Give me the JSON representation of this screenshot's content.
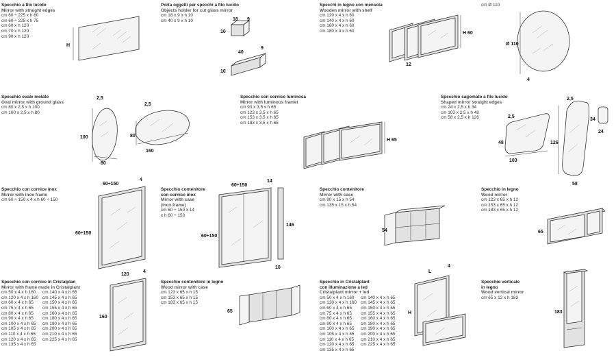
{
  "products": [
    {
      "id": "p1",
      "title": "Specchio a filo lucido",
      "subtitle": "Mirror with straight edges",
      "sizes": [
        "cm  60 ÷ 225 x h 60",
        "cm  60 ÷ 225 x h 75",
        "cm 60 x h 120",
        "cm 70 x h 120",
        "cm 90 x h 120"
      ]
    },
    {
      "id": "p2",
      "title": "Porta oggetti per specchi a filo lucido",
      "subtitle": "Objects holder for cut glass mirror",
      "sizes": [
        "cm 18 x 9 x h 10",
        "cm 40 x 9 x h 10"
      ]
    },
    {
      "id": "p3",
      "title": "Specchi in legno con mensola",
      "subtitle": "Wooden mirror with shelf",
      "sizes": [
        "cm 120 x 4 x h 60",
        "cm 140 x 4 x h 60",
        "cm 160 x 4 x h 60",
        "cm 180 x 4 x h 60"
      ]
    },
    {
      "id": "p4",
      "title": "",
      "subtitle": "",
      "sizes": [
        "cm Ø 110"
      ]
    },
    {
      "id": "p5",
      "title": "Specchio ovale molato",
      "subtitle": "Oval mirror with ground glass",
      "sizes": [
        "cm 80 x 2,5 x h 100",
        "cm 160 x 2,5 x h 80"
      ]
    },
    {
      "id": "p6",
      "title": "Specchio con cornice luminosa",
      "subtitle": "Mirror with luminous framet",
      "sizes": [
        "cm  93 x 3,5 x h 65",
        "cm 123 x 3,5 x h 65",
        "cm 153 x 3,5 x h 65",
        "cm 183 x 3,5 x h 65"
      ]
    },
    {
      "id": "p7",
      "title": "Specchio sagomato a filo lucido",
      "subtitle": "Shaped mirror straight edges",
      "sizes": [
        "cm  24 x 2,5 x h 34",
        "cm 103 x 2,5 x h 48",
        "cm 58 x 2,5 x h 126"
      ]
    },
    {
      "id": "p8",
      "title": "Specchio con cornice inox",
      "subtitle": "Mirror with inox frame",
      "sizes": [
        "cm 60 ÷ 150 x 4 x h 60 ÷ 150"
      ]
    },
    {
      "id": "p9",
      "title": "Specchio contenitore",
      "subtitle": "con cornice inox",
      "subtitle2": "Mirror with case",
      "subtitle3": "(inox frame)",
      "sizes": [
        "cm 60 ÷ 150 x 14",
        "x h 60 ÷ 150"
      ]
    },
    {
      "id": "p10",
      "title": "Specchio contenitore",
      "subtitle": "Mirror with case",
      "sizes": [
        "cm 90 x 15 x h 54",
        "cm 135 x 15 x h 54"
      ]
    },
    {
      "id": "p11",
      "title": "Specchio in legno",
      "subtitle": "Wood mirror",
      "sizes": [
        "cm 123 x 65 x h 12",
        "cm 153 x 65 x h 12",
        "cm 183 x 65 x h 12"
      ]
    },
    {
      "id": "p12",
      "title": "Specchio con cornice in Cristalplan",
      "subtitle": "Mirror with frame made in Cristalplant",
      "sizes_a": [
        "cm  50 x 4 x h 160",
        "cm 120 x 4 x h 160",
        "cm  60 x 4 x h  65",
        "cm  75 x 4 x h  65",
        "cm  80 x 4 x h  65",
        "cm  90 x 4 x h  65",
        "cm 100 x 4 x h  65",
        "cm 105 x 4 x h  65",
        "cm 110 x 4 x h  65",
        "cm 120 x 4 x h  65",
        "cm 135 x 4 x h  65"
      ],
      "sizes_b": [
        "cm 140 x 4 x h  65",
        "cm 145 x 4 x h  65",
        "cm 150 x 4 x h  65",
        "cm 155 x 4 x h  65",
        "cm 160 x 4 x h  65",
        "cm 180 x 4 x h  65",
        "cm 190 x 4 x h  65",
        "cm 200 x 4 x h  65",
        "cm 210 x 4 x h  65",
        "cm 225 x 4 x h  65"
      ]
    },
    {
      "id": "p13",
      "title": "Specchio contenitore in legno",
      "subtitle": "Wood mirror with case",
      "sizes": [
        "cm 123 x 65 x h 15",
        "cm 153 x 65 x h 15",
        "cm 183 x 65 x h 15"
      ]
    },
    {
      "id": "p14",
      "title": "Specchio in Cristalplant",
      "subtitle": "con illuminazione a led",
      "subtitle2": "Cristalplant mirror + led",
      "sizes_a": [
        "cm  50 x 4 x h 160",
        "cm 120 x 4 x h 160",
        "cm  60 x 4 x h  65",
        "cm  75 x 4 x h  65",
        "cm  80 x 4 x h  65",
        "cm  90 x 4 x h  65",
        "cm 100 x 4 x h  65",
        "cm 105 x 4 x h  65",
        "cm 110 x 4 x h  65",
        "cm 120 x 4 x h  65",
        "cm 135 x 4 x h  65"
      ],
      "sizes_b": [
        "cm 140 x 4 x h  65",
        "cm 145 x 4 x h  65",
        "cm 150 x 4 x h  65",
        "cm 155 x 4 x h  65",
        "cm 160 x 4 x h  65",
        "cm 180 x 4 x h  65",
        "cm 190 x 4 x h  65",
        "cm 200 x 4 x h  65",
        "cm 210 x 4 x h  65",
        "cm 225 x 4 x h  65"
      ]
    },
    {
      "id": "p15",
      "title": "Specchio verticale",
      "subtitle": "in legno",
      "subtitle2": "Wood vertical mirror",
      "sizes": [
        "cm 65 x 12 x h 183"
      ]
    }
  ],
  "dims": {
    "p1": {
      "h": "H"
    },
    "p2": {
      "w1": "18",
      "d1": "9",
      "h1": "10",
      "w2": "40",
      "d2": "9",
      "h2": "10"
    },
    "p3": {
      "h": "H 60",
      "d": "12"
    },
    "p4": {
      "diam": "Ø 110",
      "d": "4"
    },
    "p5": {
      "d": "2,5",
      "h1": "100",
      "w1": "80",
      "h2": "80",
      "w2": "160"
    },
    "p6": {
      "h": "H 65"
    },
    "p7": {
      "d1": "2,5",
      "h1": "48",
      "w1": "103",
      "d2": "2,5",
      "h2": "126",
      "w2": "58",
      "h3": "34",
      "w3": "24"
    },
    "p8": {
      "w": "60÷150",
      "d": "4",
      "h": "60÷150"
    },
    "p9": {
      "w": "60÷150",
      "d": "14",
      "h": "60÷150",
      "h2": "146",
      "d2": "10"
    },
    "p10": {
      "h": "54"
    },
    "p11": {
      "h": "65"
    },
    "p12": {
      "w": "120",
      "d": "4",
      "h": "160"
    },
    "p13": {
      "h": "65"
    },
    "p14": {
      "w": "L",
      "d": "4",
      "h": "H"
    },
    "p15": {
      "h": "183"
    }
  }
}
